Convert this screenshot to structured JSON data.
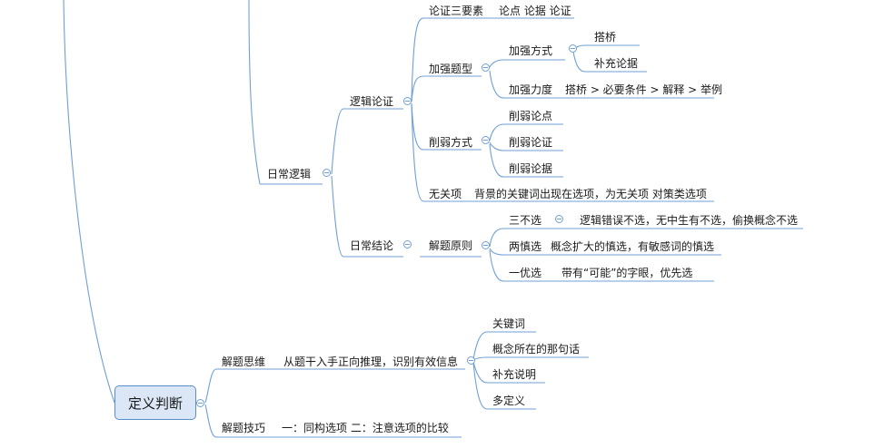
{
  "colors": {
    "connector": "#6f9fd6",
    "root_fill": "#dbe7f6",
    "root_border": "#5a8ec9"
  },
  "daily_logic": {
    "label": "日常逻辑",
    "argument": {
      "label": "逻辑论证",
      "three_elements": "论证三要素",
      "three_elements_detail": "论点  论据  论证",
      "strengthen_type": "加强题型",
      "strengthen_method": "加强方式",
      "bridge": "搭桥",
      "supplement": "补充论据",
      "strength_level": "加强力度",
      "strength_order": "搭桥 > 必要条件 > 解释 > 举例",
      "weaken_method": "削弱方式",
      "weaken_point": "削弱论点",
      "weaken_argument": "削弱论证",
      "weaken_evidence": "削弱论据",
      "irrelevant": "无关项",
      "irrelevant_detail": "背景的关键词出现在选项，为无关项   对策类选项"
    },
    "conclusion": {
      "label": "日常结论",
      "principle": "解题原则",
      "three_no": "三不选",
      "three_no_detail": "逻辑错误不选，无中生有不选，偷换概念不选",
      "two_caution": "两慎选",
      "two_caution_detail": "概念扩大的慎选，有敏感词的慎选",
      "one_priority": "一优选",
      "one_priority_detail": "带有“可能”的字眼，优先选"
    }
  },
  "definition": {
    "label": "定义判断",
    "thinking": "解题思维",
    "thinking_detail": "从题干入手正向推理，识别有效信息",
    "keyword": "关键词",
    "concept_sentence": "概念所在的那句话",
    "supplement_note": "补充说明",
    "multi_def": "多定义",
    "skill": "解题技巧",
    "skill_detail": "一：同构选项   二：注意选项的比较"
  }
}
